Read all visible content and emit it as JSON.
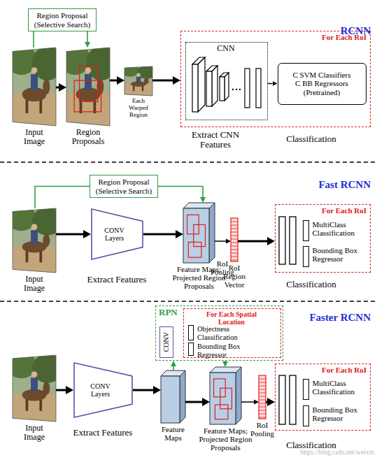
{
  "diagram": {
    "nodes": [
      {
        "text": [
          "Region Proposal (Selective Search)"
        ]
      },
      {
        "text": [
          "Input Image"
        ]
      },
      {
        "text": [
          "Region Proposals"
        ]
      },
      {
        "text": [
          "Each Warped Region"
        ]
      },
      {
        "text": [
          "For Each RoI"
        ]
      },
      {
        "text": [
          "CNN"
        ],
        "in": 4
      },
      {
        "text": [
          "C SVM Classifiers C BB Regressors (Pretrained)"
        ],
        "in": 4
      },
      {
        "text": [
          "Region Proposal (Selective Search)"
        ]
      },
      {
        "text": [
          "Input Image"
        ]
      },
      {
        "text": [
          "CONV Layers"
        ]
      },
      {
        "text": [
          "Feature Maps; Projected Region Proposals"
        ]
      },
      {
        "text": [
          "RoI Region Vector"
        ]
      },
      {
        "text": [
          "For Each RoI"
        ]
      },
      {
        "text": [
          "MultiClass Classification"
        ],
        "in": 12
      },
      {
        "text": [
          "Bounding Box Regressor"
        ],
        "in": 12
      },
      {
        "text": [
          "RPN"
        ]
      },
      {
        "text": [
          "CONV"
        ],
        "in": 15
      },
      {
        "text": [
          "For Each Spatial Location"
        ],
        "in": 15
      },
      {
        "text": [
          "Objectness Classification"
        ],
        "in": 17
      },
      {
        "text": [
          "Bounding Box Regressor"
        ],
        "in": 17
      },
      {
        "text": [
          "Input Image"
        ]
      },
      {
        "text": [
          "CONV Layers"
        ]
      },
      {
        "text": [
          "Feature Maps"
        ]
      },
      {
        "text": [
          "Feature Maps; Projected Region Proposals"
        ]
      },
      {
        "text": [
          "RoI Pooling"
        ]
      },
      {
        "text": [
          "For Each RoI"
        ]
      },
      {
        "text": [
          "MultiClass Classification"
        ],
        "in": 25
      },
      {
        "text": [
          "Bounding Box Regressor"
        ],
        "in": 25
      }
    ],
    "edges": [
      {
        "from": 1,
        "to": 2,
        "arrow": "to"
      },
      {
        "from": 1,
        "to": 0,
        "arrow": "none"
      },
      {
        "from": 0,
        "to": 2,
        "arrow": "to"
      },
      {
        "from": 2,
        "to": 3,
        "arrow": "to"
      },
      {
        "from": 3,
        "to": 4,
        "arrow": "to"
      },
      {
        "from": 5,
        "to": 6,
        "arrow": "to"
      },
      {
        "from": 8,
        "to": 9,
        "arrow": "to"
      },
      {
        "from": 8,
        "to": 7,
        "arrow": "none"
      },
      {
        "from": 7,
        "to": 10,
        "arrow": "to"
      },
      {
        "from": 9,
        "to": 10,
        "arrow": "to"
      },
      {
        "from": 10,
        "to": 11,
        "arrow": "to"
      },
      {
        "from": 11,
        "to": 12,
        "arrow": "to"
      },
      {
        "from": 20,
        "to": 21,
        "arrow": "to"
      },
      {
        "from": 21,
        "to": 22,
        "arrow": "to"
      },
      {
        "from": 22,
        "to": 15,
        "arrow": "to"
      },
      {
        "from": 15,
        "to": 23,
        "arrow": "to"
      },
      {
        "from": 22,
        "to": 23,
        "arrow": "to"
      },
      {
        "from": 23,
        "to": 24,
        "arrow": "to"
      },
      {
        "from": 24,
        "to": 25,
        "arrow": "to"
      }
    ],
    "labels": [
      "RCNN",
      "Extract CNN Features",
      "Classification",
      "Fast RCNN",
      "Extract Features",
      "RoI Pooling",
      "Classification",
      "Faster RCNN",
      "Extract Features",
      "Classification",
      "https://blog.csdn.net/weixin"
    ]
  }
}
